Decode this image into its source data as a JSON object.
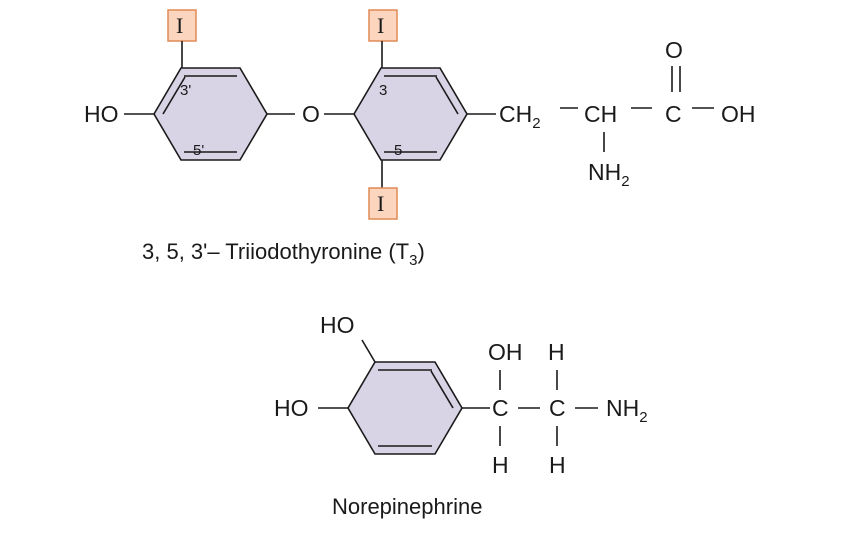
{
  "colors": {
    "ring_fill": "#d9d3e6",
    "iodine_box_fill": "#fbd5be",
    "iodine_box_stroke": "#e08a55",
    "ink": "#1a1a1a"
  },
  "t3": {
    "iodine": "I",
    "ho": "HO",
    "ether_o": "O",
    "pos_3p": "3'",
    "pos_5p": "5'",
    "pos_3": "3",
    "pos_5": "5",
    "ch2_main": "CH",
    "ch2_sub": "2",
    "ch": "CH",
    "c": "C",
    "carbonyl_o": "O",
    "oh": "OH",
    "nh2_main": "NH",
    "nh2_sub": "2",
    "name_main": "3, 5, 3'– Triiodothyronine (T",
    "name_sub": "3",
    "name_end": ")"
  },
  "norepinephrine": {
    "ho_top": "HO",
    "ho_left": "HO",
    "oh": "OH",
    "h_top": "H",
    "c1": "C",
    "c2": "C",
    "nh2_main": "NH",
    "nh2_sub": "2",
    "h_bottom_1": "H",
    "h_bottom_2": "H",
    "name": "Norepinephrine"
  }
}
